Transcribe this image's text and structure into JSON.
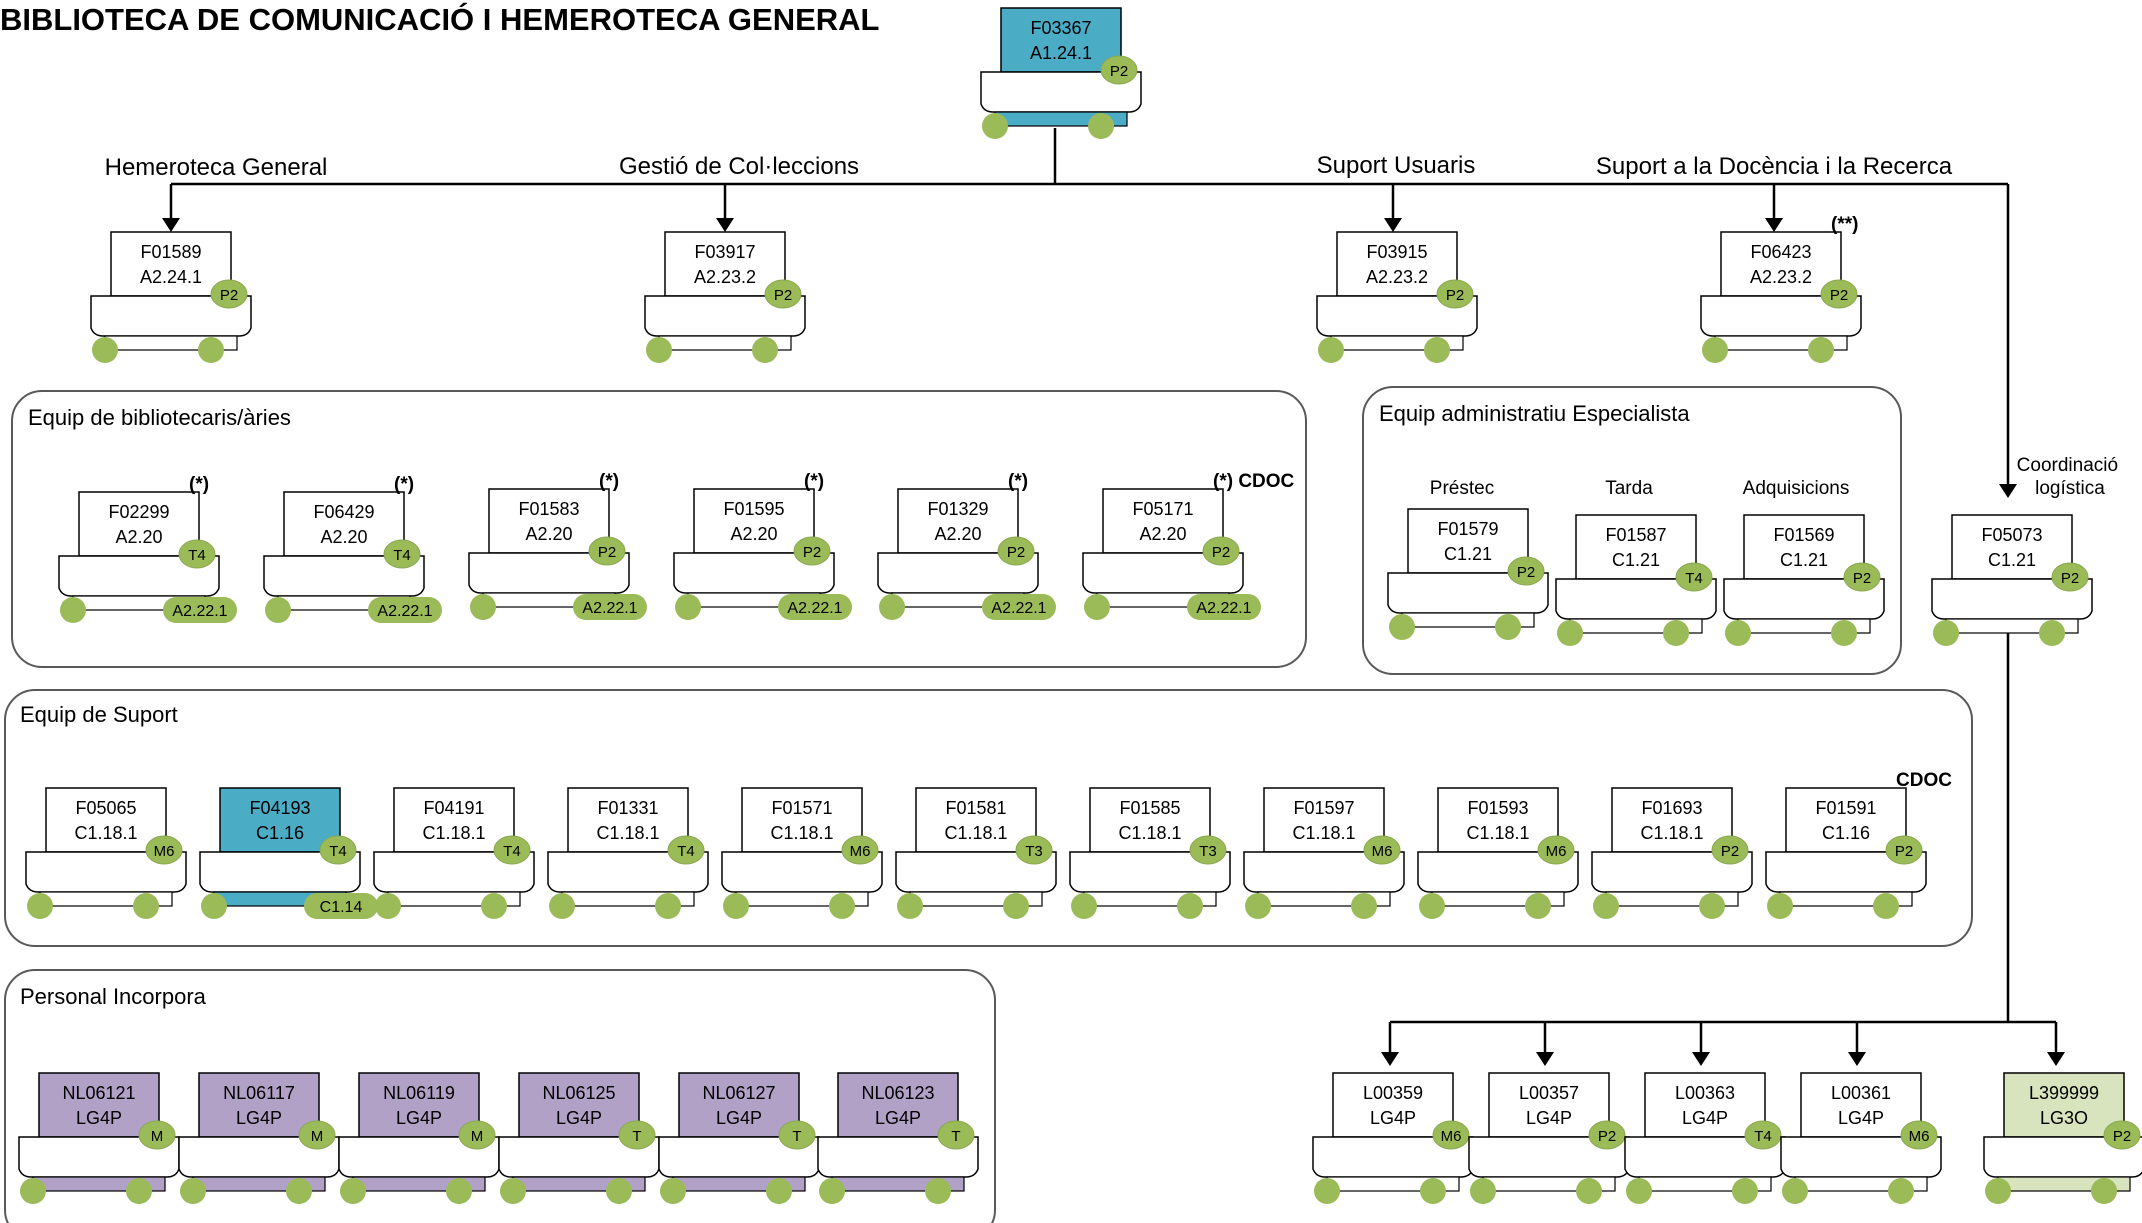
{
  "title": "BIBLIOTECA DE COMUNICACIÓ I HEMEROTECA GENERAL",
  "colors": {
    "green": "#9bbb59",
    "blue": "#4bacc6",
    "purple": "#b2a1c7",
    "lightgreen": "#d7e4bd",
    "line": "#000000"
  },
  "branch_labels": {
    "hemeroteca": "Hemeroteca General",
    "gestio": "Gestió de Col·leccions",
    "suport_usuaris": "Suport Usuaris",
    "docencia": "Suport a la Docència i la Recerca",
    "coordinacio": "Coordinació logística"
  },
  "groups": {
    "bibliotecaris": "Equip de bibliotecaris/àries",
    "administratiu": "Equip administratiu Especialista",
    "suport": "Equip de Suport",
    "personal": "Personal Incorpora"
  },
  "sublabels": {
    "prestec": "Préstec",
    "tarda": "Tarda",
    "adquisicions": "Adquisicions"
  },
  "nodes": {
    "root": {
      "code": "F03367",
      "level": "A1.24.1",
      "badge": "P2",
      "fill": "blue",
      "note": "",
      "extra": ""
    },
    "hemeroteca": {
      "code": "F01589",
      "level": "A2.24.1",
      "badge": "P2",
      "fill": "",
      "note": "",
      "extra": ""
    },
    "gestio": {
      "code": "F03917",
      "level": "A2.23.2",
      "badge": "P2",
      "fill": "",
      "note": "",
      "extra": ""
    },
    "suport_usuaris": {
      "code": "F03915",
      "level": "A2.23.2",
      "badge": "P2",
      "fill": "",
      "note": "",
      "extra": ""
    },
    "docencia": {
      "code": "F06423",
      "level": "A2.23.2",
      "badge": "P2",
      "fill": "",
      "note": "(**)",
      "extra": ""
    },
    "b1": {
      "code": "F02299",
      "level": "A2.20",
      "badge": "T4",
      "fill": "",
      "note": "(*)",
      "extra": "A2.22.1"
    },
    "b2": {
      "code": "F06429",
      "level": "A2.20",
      "badge": "T4",
      "fill": "",
      "note": "(*)",
      "extra": "A2.22.1"
    },
    "b3": {
      "code": "F01583",
      "level": "A2.20",
      "badge": "P2",
      "fill": "",
      "note": "(*)",
      "extra": "A2.22.1"
    },
    "b4": {
      "code": "F01595",
      "level": "A2.20",
      "badge": "P2",
      "fill": "",
      "note": "(*)",
      "extra": "A2.22.1"
    },
    "b5": {
      "code": "F01329",
      "level": "A2.20",
      "badge": "P2",
      "fill": "",
      "note": "(*)",
      "extra": "A2.22.1"
    },
    "b6": {
      "code": "F05171",
      "level": "A2.20",
      "badge": "P2",
      "fill": "",
      "note": "(*) CDOC",
      "extra": "A2.22.1"
    },
    "a1": {
      "code": "F01579",
      "level": "C1.21",
      "badge": "P2",
      "fill": "",
      "note": "",
      "extra": ""
    },
    "a2": {
      "code": "F01587",
      "level": "C1.21",
      "badge": "T4",
      "fill": "",
      "note": "",
      "extra": ""
    },
    "a3": {
      "code": "F01569",
      "level": "C1.21",
      "badge": "P2",
      "fill": "",
      "note": "",
      "extra": ""
    },
    "coord": {
      "code": "F05073",
      "level": "C1.21",
      "badge": "P2",
      "fill": "",
      "note": "",
      "extra": ""
    },
    "s1": {
      "code": "F05065",
      "level": "C1.18.1",
      "badge": "M6",
      "fill": "",
      "note": "",
      "extra": ""
    },
    "s2": {
      "code": "F04193",
      "level": "C1.16",
      "badge": "T4",
      "fill": "blue",
      "note": "",
      "extra": "C1.14"
    },
    "s3": {
      "code": "F04191",
      "level": "C1.18.1",
      "badge": "T4",
      "fill": "",
      "note": "",
      "extra": ""
    },
    "s4": {
      "code": "F01331",
      "level": "C1.18.1",
      "badge": "T4",
      "fill": "",
      "note": "",
      "extra": ""
    },
    "s5": {
      "code": "F01571",
      "level": "C1.18.1",
      "badge": "M6",
      "fill": "",
      "note": "",
      "extra": ""
    },
    "s6": {
      "code": "F01581",
      "level": "C1.18.1",
      "badge": "T3",
      "fill": "",
      "note": "",
      "extra": ""
    },
    "s7": {
      "code": "F01585",
      "level": "C1.18.1",
      "badge": "T3",
      "fill": "",
      "note": "",
      "extra": ""
    },
    "s8": {
      "code": "F01597",
      "level": "C1.18.1",
      "badge": "M6",
      "fill": "",
      "note": "",
      "extra": ""
    },
    "s9": {
      "code": "F01593",
      "level": "C1.18.1",
      "badge": "M6",
      "fill": "",
      "note": "",
      "extra": ""
    },
    "s10": {
      "code": "F01693",
      "level": "C1.18.1",
      "badge": "P2",
      "fill": "",
      "note": "",
      "extra": ""
    },
    "s11": {
      "code": "F01591",
      "level": "C1.16",
      "badge": "P2",
      "fill": "",
      "note": "CDOC",
      "extra": ""
    },
    "p1": {
      "code": "NL06121",
      "level": "LG4P",
      "badge": "M",
      "fill": "purple",
      "note": "",
      "extra": ""
    },
    "p2": {
      "code": "NL06117",
      "level": "LG4P",
      "badge": "M",
      "fill": "purple",
      "note": "",
      "extra": ""
    },
    "p3": {
      "code": "NL06119",
      "level": "LG4P",
      "badge": "M",
      "fill": "purple",
      "note": "",
      "extra": ""
    },
    "p4": {
      "code": "NL06125",
      "level": "LG4P",
      "badge": "T",
      "fill": "purple",
      "note": "",
      "extra": ""
    },
    "p5": {
      "code": "NL06127",
      "level": "LG4P",
      "badge": "T",
      "fill": "purple",
      "note": "",
      "extra": ""
    },
    "p6": {
      "code": "NL06123",
      "level": "LG4P",
      "badge": "T",
      "fill": "purple",
      "note": "",
      "extra": ""
    },
    "l1": {
      "code": "L00359",
      "level": "LG4P",
      "badge": "M6",
      "fill": "",
      "note": "",
      "extra": ""
    },
    "l2": {
      "code": "L00357",
      "level": "LG4P",
      "badge": "P2",
      "fill": "",
      "note": "",
      "extra": ""
    },
    "l3": {
      "code": "L00363",
      "level": "LG4P",
      "badge": "T4",
      "fill": "",
      "note": "",
      "extra": ""
    },
    "l4": {
      "code": "L00361",
      "level": "LG4P",
      "badge": "M6",
      "fill": "",
      "note": "",
      "extra": ""
    },
    "l5": {
      "code": "L399999",
      "level": "LG3O",
      "badge": "P2",
      "fill": "lightgreen",
      "note": "",
      "extra": ""
    }
  }
}
